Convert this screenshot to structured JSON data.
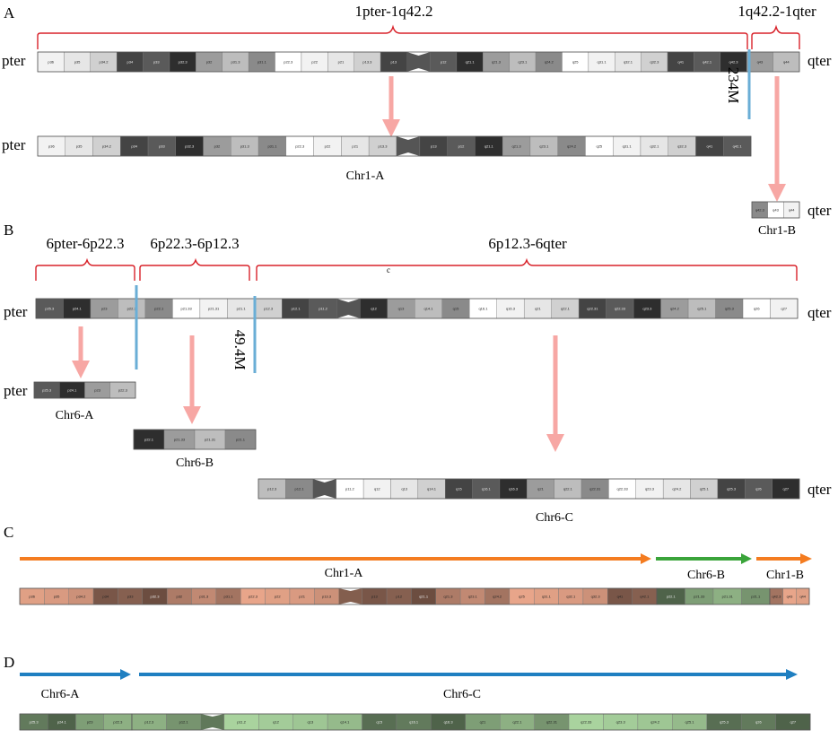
{
  "panels": {
    "A": {
      "letter": "A",
      "bracket_left_label": "1pter-1q42.2",
      "bracket_right_label": "1q42.2-1qter",
      "pter_label": "pter",
      "qter_label": "qter",
      "breakpoint_label": "234M",
      "derivative_pter_label": "pter",
      "fragment_a_label": "Chr1-A",
      "fragment_b_label": "Chr1-B",
      "fragment_b_qter_label": "qter",
      "bands": [
        "p36",
        "p35",
        "p34.2",
        "p34",
        "p33",
        "p32.3",
        "p32",
        "p31.3",
        "p31.1",
        "p22.3",
        "p22",
        "p21",
        "p13.3",
        "p13",
        "p12",
        "q21.1",
        "q21.3",
        "q23.1",
        "q24.2",
        "q25",
        "q31.1",
        "q32.1",
        "q32.3",
        "q41",
        "q42.1",
        "q42.3",
        "q43",
        "q44"
      ]
    },
    "B": {
      "letter": "B",
      "bracket1_label": "6pter-6p22.3",
      "bracket2_label": "6p22.3-6p12.3",
      "bracket3_label": "6p12.3-6qter",
      "bracket3_mark": "c",
      "pter_label": "pter",
      "qter_label": "qter",
      "breakpoint_label": "49.4M",
      "fragment_a_pter_label": "pter",
      "fragment_a_label": "Chr6-A",
      "fragment_b_label": "Chr6-B",
      "fragment_c_label": "Chr6-C",
      "fragment_c_qter_label": "qter",
      "bands": [
        "p25.3",
        "p24.1",
        "p23",
        "p22.3",
        "p22.1",
        "p21.33",
        "p21.31",
        "p21.1",
        "p12.3",
        "p12.1",
        "p11.2",
        "q12",
        "q13",
        "q14.1",
        "q15",
        "q16.1",
        "q16.3",
        "q21",
        "q22.1",
        "q22.31",
        "q22.33",
        "q23.3",
        "q24.2",
        "q25.1",
        "q25.3",
        "q26",
        "q27"
      ]
    },
    "C": {
      "letter": "C",
      "arrow1_label": "Chr1-A",
      "arrow2_label": "Chr6-B",
      "arrow3_label": "Chr1-B"
    },
    "D": {
      "letter": "D",
      "arrow1_label": "Chr6-A",
      "arrow2_label": "Chr6-C"
    }
  },
  "colors": {
    "bracket": "#d8222a",
    "breakpoint_line": "#6aaed6",
    "down_arrow": "#f7a7a4",
    "orange_arrow": "#f47c20",
    "green_arrow": "#3aa43a",
    "blue_arrow": "#1f7fc1",
    "chr1_tint": "#e8a58a",
    "chr6_tint": "#a9d39e"
  }
}
